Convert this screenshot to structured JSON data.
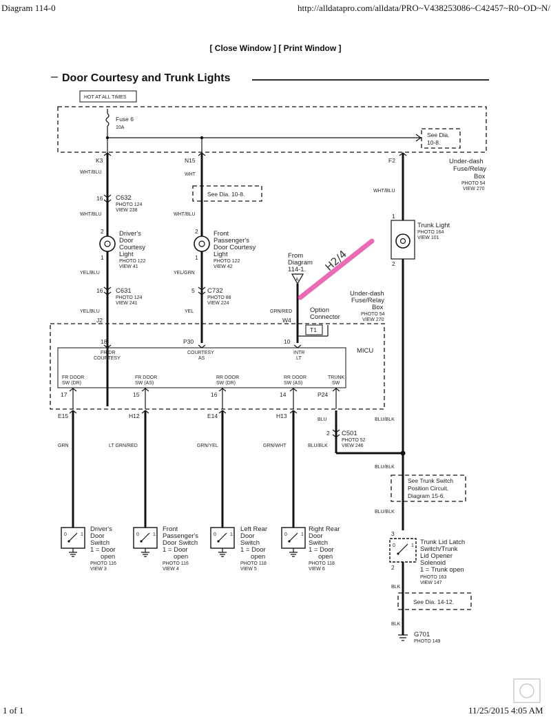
{
  "header": {
    "title": "Diagram 114-0",
    "url": "http://alldatapro.com/alldata/PRO~V438253086~C42457~R0~OD~N/..."
  },
  "window_links": {
    "open": "[ ",
    "close": "Close Window",
    "sep": " ] [ ",
    "print": "Print Window",
    "end": " ]"
  },
  "diagram_title": "Door Courtesy and Trunk Lights",
  "labels": {
    "hot": "HOT AT ALL TIMES",
    "fuse": "Fuse 6",
    "fuse_amp": "10A",
    "see_dia_10_8": "See Dia.",
    "see_dia_10_8b": "10-8.",
    "see_dia_10_8_inline": "See Dia. 10-8.",
    "underdash_1": "Under-dash",
    "underdash_2": "Fuse/Relay",
    "underdash_3": "Box",
    "ud_photo": "PHOTO 54",
    "ud_view": "VIEW 270",
    "k3": "K3",
    "n15": "N15",
    "f2": "F2",
    "wht_blu": "WHT/BLU",
    "wht": "WHT",
    "c632": "C632",
    "c632_photo": "PHOTO 124",
    "c632_view": "VIEW 238",
    "drv_light_1": "Driver's",
    "drv_light_2": "Door",
    "drv_light_3": "Courtesy",
    "drv_light_4": "Light",
    "drv_light_photo": "PHOTO 122",
    "drv_light_view": "VIEW 41",
    "fp_light_1": "Front",
    "fp_light_2": "Passenger's",
    "fp_light_3": "Door Courtesy",
    "fp_light_4": "Light",
    "fp_light_photo": "PHOTO 122",
    "fp_light_view": "VIEW 42",
    "trunk_light": "Trunk Light",
    "trunk_light_photo": "PHOTO 164",
    "trunk_light_view": "VIEW 101",
    "yel_blu": "YEL/BLU",
    "yel_grn": "YEL/GRN",
    "yel": "YEL",
    "grn_red": "GRN/RED",
    "c631": "C631",
    "c631_photo": "PHOTO 124",
    "c631_view": "VIEW 241",
    "c732": "C732",
    "c732_photo": "PHOTO 88",
    "c732_view": "VIEW 224",
    "from_1": "From",
    "from_2": "Diagram",
    "from_3": "114-1.",
    "from_a": "A",
    "option_1": "Option",
    "option_2": "Connector",
    "t1": "T1",
    "j2": "J2",
    "w4": "W4",
    "micu": "MICU",
    "pin_18": "18",
    "pin_p30": "P30",
    "pin_10": "10",
    "fr_dr": "FR DR",
    "courtesy": "COURTESY",
    "courtesy2": "COURTESY",
    "as": "AS",
    "intr": "INTR",
    "lt": "LT",
    "sw_fr_dr_1": "FR DOOR",
    "sw_fr_dr_2": "SW (DR)",
    "sw_fr_as_1": "FR DOOR",
    "sw_fr_as_2": "SW (AS)",
    "sw_rr_dr_1": "RR DOOR",
    "sw_rr_dr_2": "SW (DR)",
    "sw_rr_as_1": "RR DOOR",
    "sw_rr_as_2": "SW (AS)",
    "sw_trunk_1": "TRUNK",
    "sw_trunk_2": "SW",
    "pin_17": "17",
    "pin_15": "15",
    "pin_16": "16",
    "pin_14": "14",
    "pin_p24": "P24",
    "e15": "E15",
    "h12": "H12",
    "e14": "E14",
    "h13": "H13",
    "blu": "BLU",
    "blu_blk": "BLU/BLK",
    "c501": "C501",
    "c501_photo": "PHOTO 52",
    "c501_view": "VIEW 246",
    "grn": "GRN",
    "lt_grn_red": "LT GRN/RED",
    "grn_yel": "GRN/YEL",
    "grn_wht": "GRN/WHT",
    "see_trunk_1": "See Trunk Switch",
    "see_trunk_2": "Position Circuit,",
    "see_trunk_3": "Diagram 15-6.",
    "sw1_1": "Driver's",
    "sw1_2": "Door",
    "sw1_3": "Switch",
    "sw1_4": "1 = Door",
    "sw1_5": "open",
    "sw1_photo": "PHOTO 116",
    "sw1_view": "VIEW 3",
    "sw2_1": "Front",
    "sw2_2": "Passenger's",
    "sw2_3": "Door Switch",
    "sw2_4": "1 = Door",
    "sw2_5": "open",
    "sw2_photo": "PHOTO 116",
    "sw2_view": "VIEW 4",
    "sw3_1": "Left Rear",
    "sw3_2": "Door",
    "sw3_3": "Switch",
    "sw3_4": "1 = Door",
    "sw3_5": "open",
    "sw3_photo": "PHOTO 118",
    "sw3_view": "VIEW 5",
    "sw4_1": "Right Rear",
    "sw4_2": "Door",
    "sw4_3": "Switch",
    "sw4_4": "1 = Door",
    "sw4_5": "open",
    "sw4_photo": "PHOTO 118",
    "sw4_view": "VIEW 6",
    "latch_1": "Trunk Lid Latch",
    "latch_2": "Switch/Trunk",
    "latch_3": "Lid Opener",
    "latch_4": "Solenoid",
    "latch_5": "1 = Trunk open",
    "latch_photo": "PHOTO 163",
    "latch_view": "VIEW 147",
    "blk": "BLK",
    "see_dia_14_12": "See Dia. 14-12.",
    "g701": "G701",
    "g701_photo": "PHOTO 149",
    "pin_1": "1",
    "pin_2": "2",
    "pin_3": "3",
    "pin_5": "5",
    "pin_16b": "16",
    "sw_0": "0",
    "handwriting": "H2/4"
  },
  "footer": {
    "page": "1 of 1",
    "datetime": "11/25/2015 4:05 AM"
  },
  "colors": {
    "highlight": "#e23a9e",
    "ink": "#111111"
  }
}
